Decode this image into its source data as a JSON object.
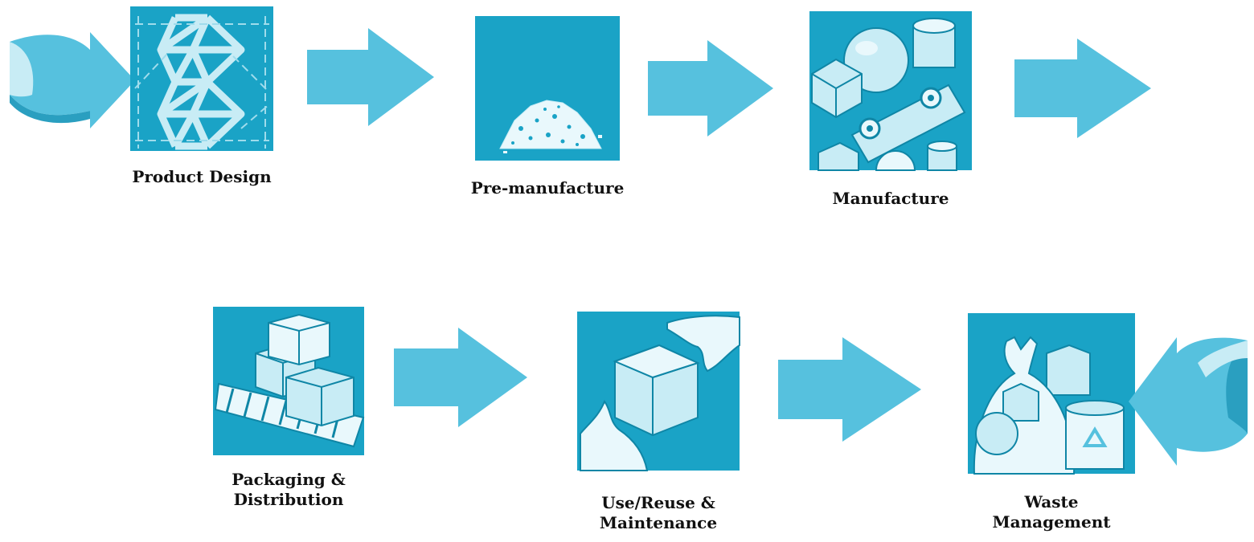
{
  "diagram": {
    "colors": {
      "tile": "#1aa3c6",
      "arrow": "#56c1de",
      "light": "#c8ecf5",
      "pale": "#e9f8fc",
      "stroke": "#0f86a6"
    },
    "stages": [
      {
        "id": "product-design",
        "label": "Product Design",
        "icon": "truss-lattice-icon"
      },
      {
        "id": "pre-manufacture",
        "label": "Pre-manufacture",
        "icon": "raw-material-pile-icon"
      },
      {
        "id": "manufacture",
        "label": "Manufacture",
        "icon": "conveyor-belt-icon"
      },
      {
        "id": "packaging-distribution",
        "label": "Packaging &\nDistribution",
        "icon": "pallet-boxes-icon"
      },
      {
        "id": "use-reuse-maintenance",
        "label": "Use/Reuse &\nMaintenance",
        "icon": "hands-passing-box-icon"
      },
      {
        "id": "waste-management",
        "label": "Waste\nManagement",
        "icon": "waste-bag-recycle-icon"
      }
    ]
  }
}
